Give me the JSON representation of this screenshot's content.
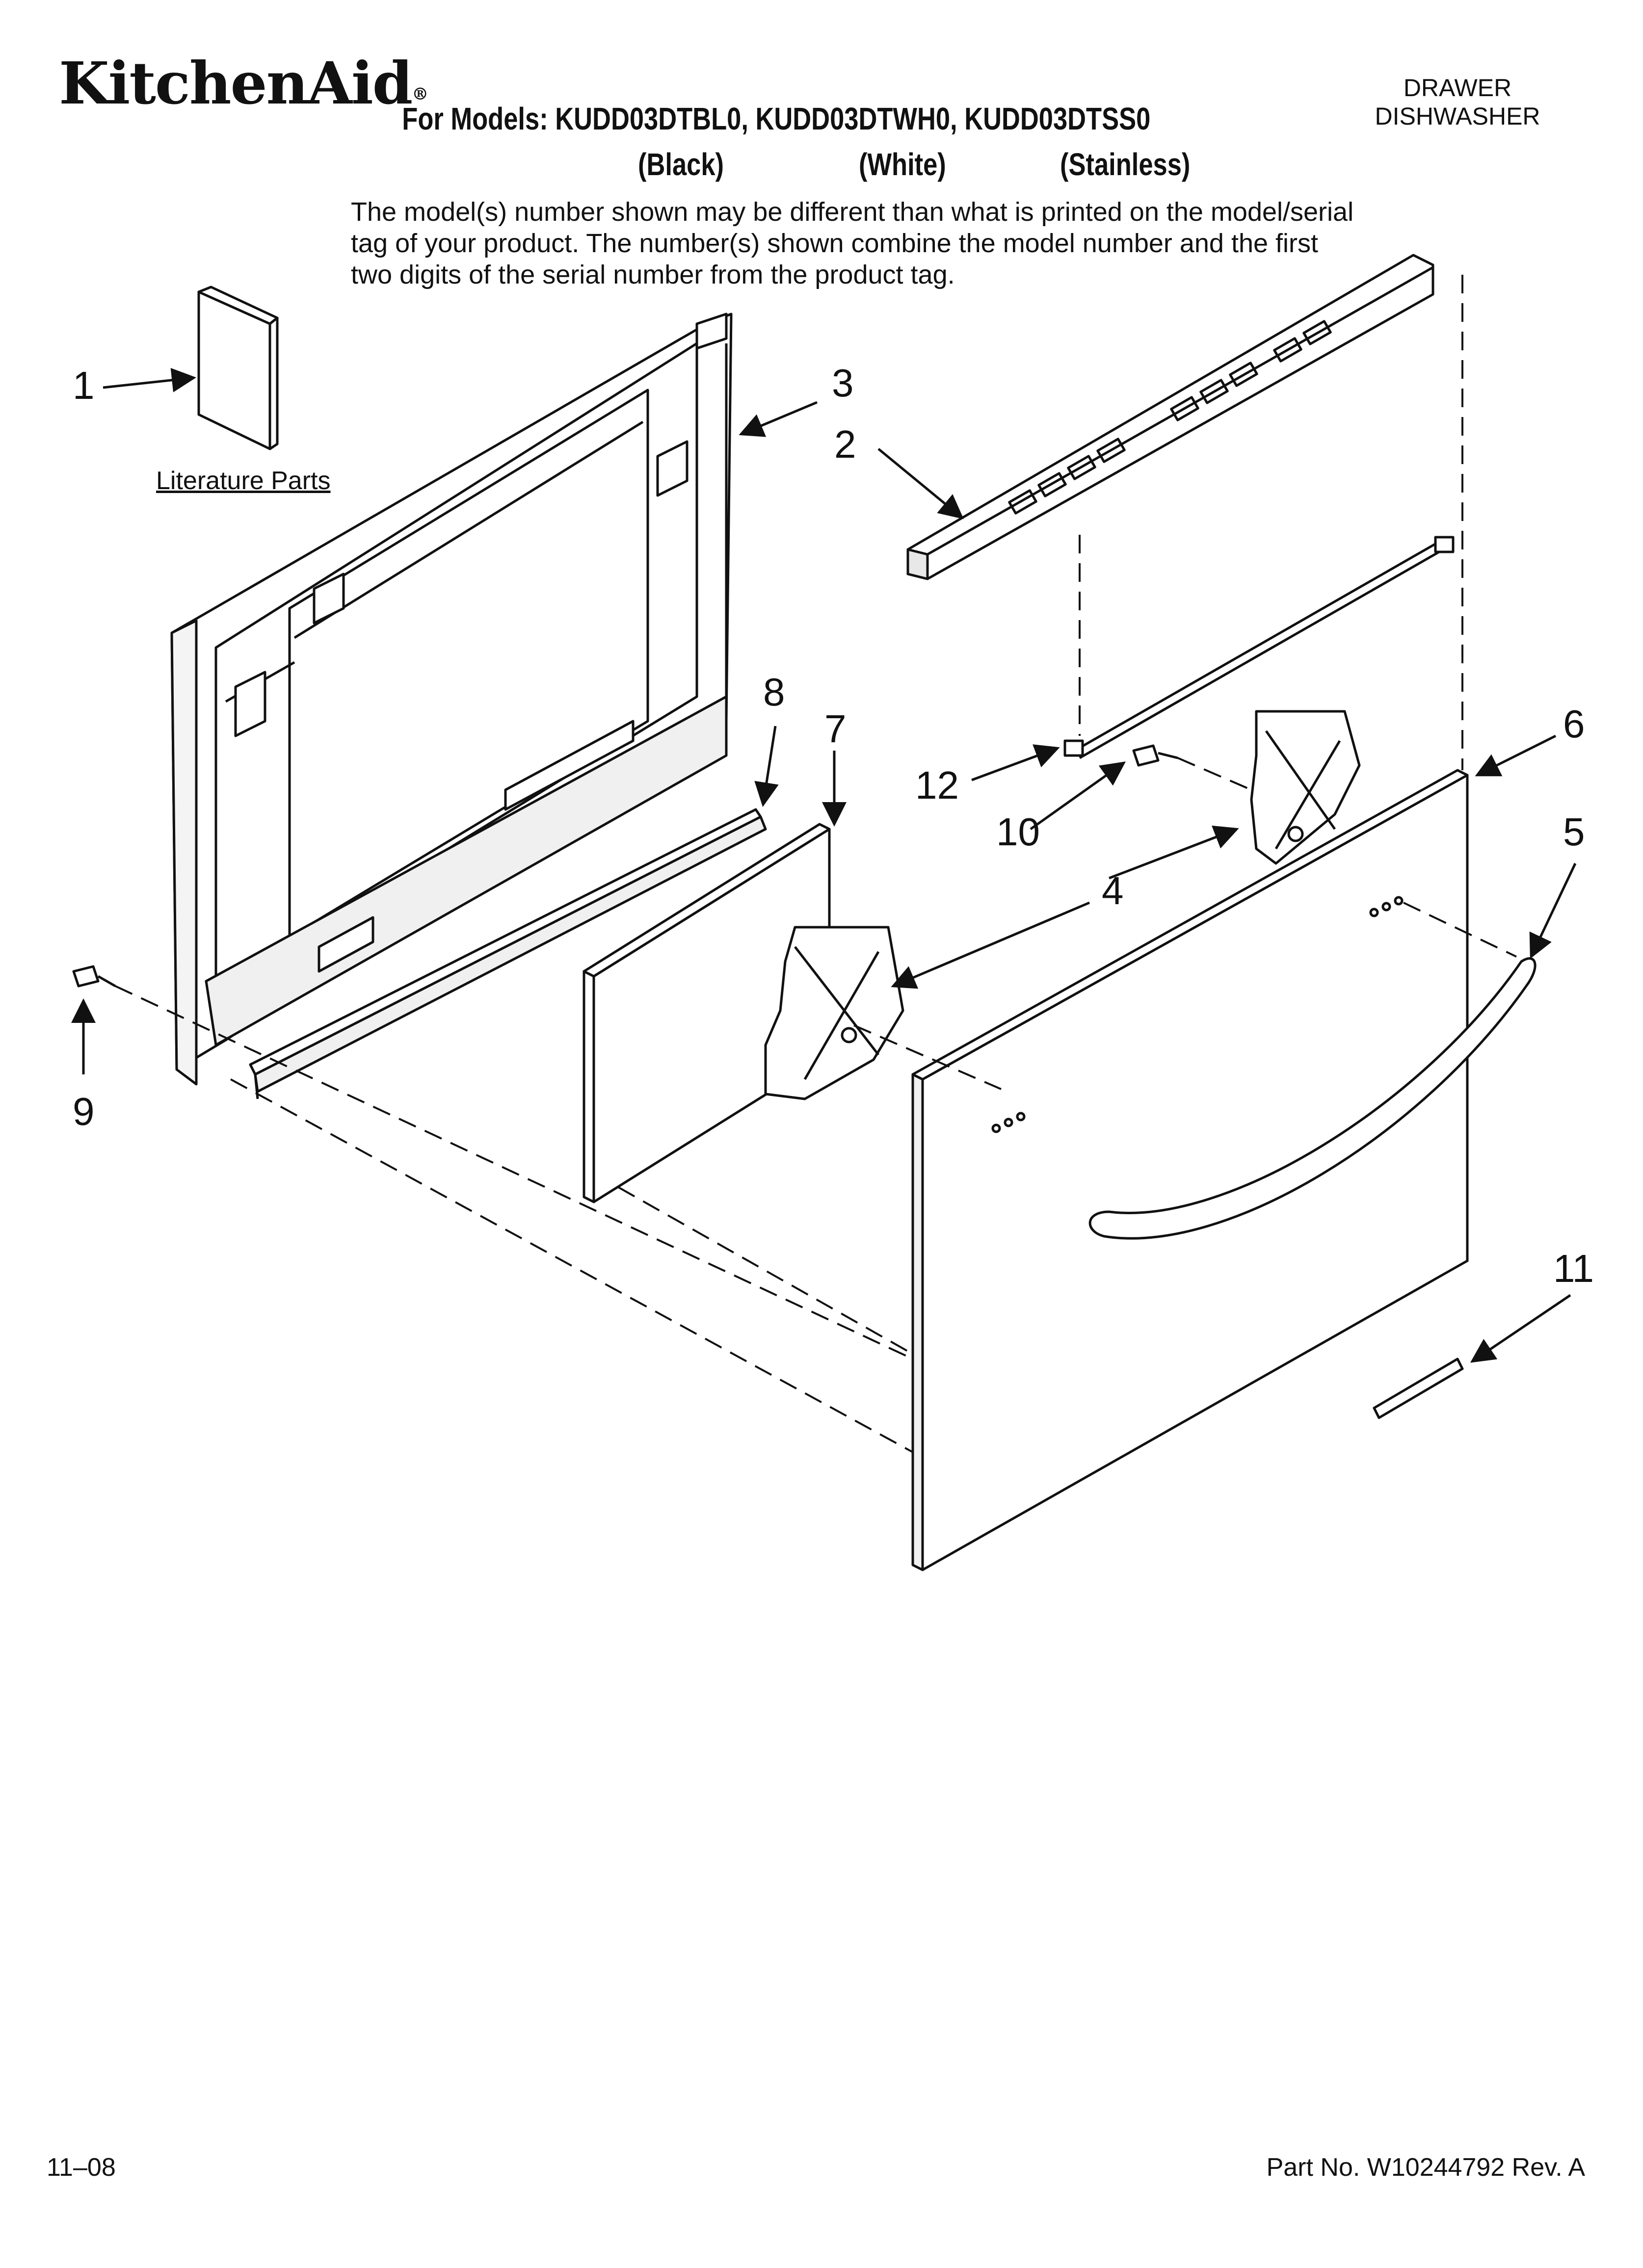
{
  "brand": {
    "name": "KitchenAid",
    "mark": "®"
  },
  "header": {
    "category_lines": [
      "DRAWER",
      "DISHWASHER"
    ],
    "models_line": "For Models: KUDD03DTBL0, KUDD03DTWH0, KUDD03DTSS0",
    "variants": [
      "(Black)",
      "(White)",
      "(Stainless)"
    ],
    "note": "The model(s) number shown may be different than what is printed on the model/serial tag of your product. The number(s) shown combine the model number and the first two digits of the serial number from the product tag."
  },
  "literature_label": "Literature Parts",
  "callouts": [
    "1",
    "2",
    "3",
    "4",
    "5",
    "6",
    "7",
    "8",
    "9",
    "10",
    "11",
    "12"
  ],
  "footer": {
    "date": "11–08",
    "part_no": "Part No. W10244792 Rev. A"
  }
}
